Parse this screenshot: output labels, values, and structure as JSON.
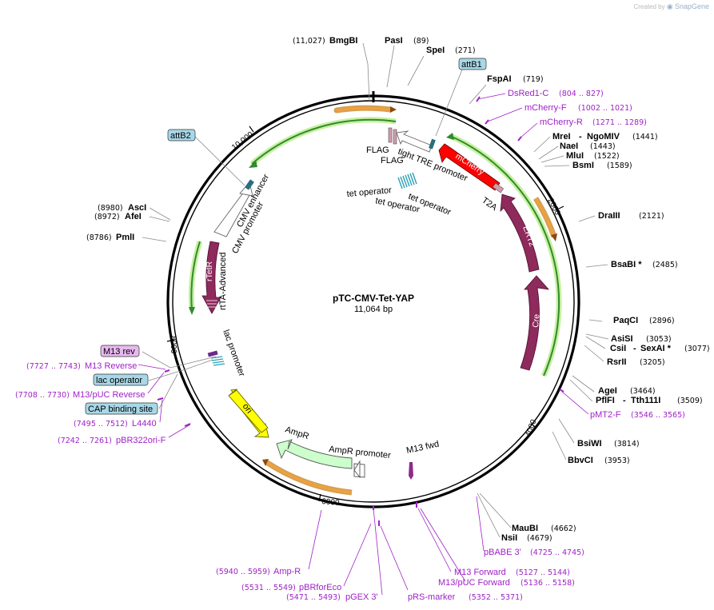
{
  "brand": {
    "prefix": "Created by",
    "name": "SnapGene"
  },
  "plasmid": {
    "name": "pTC-CMV-Tet-YAP",
    "length": "11,064 bp"
  },
  "ticks": [
    "2000",
    "4000",
    "6000",
    "8000",
    "10,000"
  ],
  "sites": [
    {
      "name": "BmgBI",
      "pos": "(11,027)"
    },
    {
      "name": "PasI",
      "pos": "(89)"
    },
    {
      "name": "SpeI",
      "pos": "(271)"
    },
    {
      "name": "FspAI",
      "pos": "(719)"
    },
    {
      "name": "MreI",
      "name2": "NgoMIV",
      "pos": "(1441)"
    },
    {
      "name": "NaeI",
      "pos": "(1443)"
    },
    {
      "name": "MluI",
      "pos": "(1522)"
    },
    {
      "name": "BsmI",
      "pos": "(1589)"
    },
    {
      "name": "DraIII",
      "pos": "(2121)"
    },
    {
      "name": "BsaBI *",
      "pos": "(2485)"
    },
    {
      "name": "PaqCI",
      "pos": "(2896)"
    },
    {
      "name": "AsiSI",
      "pos": "(3053)"
    },
    {
      "name": "CsiI",
      "name2": "SexAI *",
      "pos": "(3077)"
    },
    {
      "name": "RsrII",
      "pos": "(3205)"
    },
    {
      "name": "AgeI",
      "pos": "(3464)"
    },
    {
      "name": "PflFI",
      "name2": "Tth111I",
      "pos": "(3509)"
    },
    {
      "name": "BsiWI",
      "pos": "(3814)"
    },
    {
      "name": "BbvCI",
      "pos": "(3953)"
    },
    {
      "name": "MauBI",
      "pos": "(4662)"
    },
    {
      "name": "NsiI",
      "pos": "(4679)"
    },
    {
      "name": "AscI",
      "pos": "(8980)"
    },
    {
      "name": "AfeI",
      "pos": "(8972)"
    },
    {
      "name": "PmlI",
      "pos": "(8786)"
    }
  ],
  "primers": [
    {
      "name": "DsRed1-C",
      "pos": "(804 .. 827)"
    },
    {
      "name": "mCherry-F",
      "pos": "(1002 .. 1021)"
    },
    {
      "name": "mCherry-R",
      "pos": "(1271 .. 1289)"
    },
    {
      "name": "pMT2-F",
      "pos": "(3546 .. 3565)"
    },
    {
      "name": "pBABE 3'",
      "pos": "(4725 .. 4745)"
    },
    {
      "name": "M13 Forward",
      "pos": "(5127 .. 5144)"
    },
    {
      "name": "M13/pUC Forward",
      "pos": "(5136 .. 5158)"
    },
    {
      "name": "pRS-marker",
      "pos": "(5352 .. 5371)"
    },
    {
      "name": "pGEX 3'",
      "pos": "(5471 .. 5493)"
    },
    {
      "name": "pBRforEco",
      "pos": "(5531 .. 5549)"
    },
    {
      "name": "Amp-R",
      "pos": "(5940 .. 5959)"
    },
    {
      "name": "pBR322ori-F",
      "pos": "(7242 .. 7261)"
    },
    {
      "name": "L4440",
      "pos": "(7495 .. 7512)"
    },
    {
      "name": "M13/pUC Reverse",
      "pos": "(7708 .. 7730)"
    },
    {
      "name": "M13 Reverse",
      "pos": "(7727 .. 7743)"
    }
  ],
  "boxed": [
    {
      "name": "attB1",
      "color": "#a8d8e8"
    },
    {
      "name": "attB2",
      "color": "#a8d8e8"
    },
    {
      "name": "M13 rev",
      "color": "#e8b8f0"
    },
    {
      "name": "lac operator",
      "color": "#a8d8e8"
    },
    {
      "name": "CAP binding site",
      "color": "#a8d8e8"
    }
  ],
  "features": [
    {
      "name": "mCherry",
      "color": "#ff0000"
    },
    {
      "name": "ERT2",
      "color": "#8e2a5c"
    },
    {
      "name": "Cre",
      "color": "#8e2a5c"
    },
    {
      "name": "rTetR",
      "color": "#8e2a5c"
    },
    {
      "name": "ori",
      "color": "#ffff00"
    },
    {
      "name": "AmpR",
      "color": "#ccffcc"
    },
    {
      "name": "AmpR promoter",
      "color": "#ffffff"
    },
    {
      "name": "tight TRE promoter",
      "color": "#ffffff"
    },
    {
      "name": "CMV enhancer",
      "color": "#ffffff"
    },
    {
      "name": "CMV promoter",
      "color": "#ffffff"
    },
    {
      "name": "rtTA-Advanced",
      "color": "#000000"
    },
    {
      "name": "lac promoter",
      "color": "#ffffff"
    },
    {
      "name": "T2A",
      "color": "#d49aac"
    },
    {
      "name": "FLAG",
      "color": "#d49aac"
    },
    {
      "name": "FLAG",
      "color": "#d49aac"
    },
    {
      "name": "tet operator",
      "color": "#2aa0b8"
    },
    {
      "name": "tet operator",
      "color": "#2aa0b8"
    },
    {
      "name": "tet operator",
      "color": "#2aa0b8"
    },
    {
      "name": "M13 fwd",
      "color": "#8e2a8e"
    }
  ]
}
